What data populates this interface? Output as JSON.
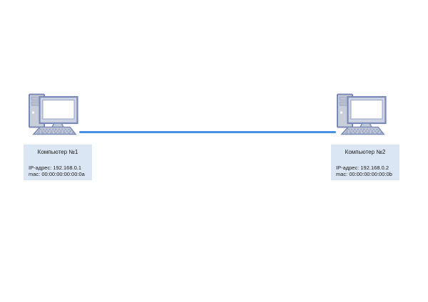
{
  "diagram": {
    "type": "network-diagram",
    "nodes": [
      {
        "id": "computer-1",
        "title": "Компьютер №1",
        "ip": "IP-адрес: 192.168.0.1",
        "mac": "mac: 00:00:00:00:00:0a"
      },
      {
        "id": "computer-2",
        "title": "Компьютер №2",
        "ip": "IP-адрес: 192.168.0.2",
        "mac": "mac: 00:00:00:00:00:0b"
      }
    ],
    "link": {
      "from": "Компьютер №1",
      "to": "Компьютер №2",
      "style": "straight-horizontal-line"
    }
  },
  "colors": {
    "canvas-bg": "#ffffff",
    "link-blue": "#4a90e2",
    "label-bg": "#dbe6f4",
    "icon-stroke": "#7b89b6",
    "icon-fill": "#c9cfda",
    "text": "#1b1b1b"
  }
}
